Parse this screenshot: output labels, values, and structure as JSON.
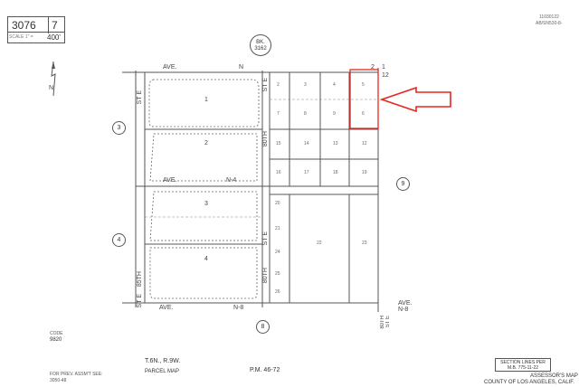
{
  "header": {
    "book_number": "3076",
    "sheet": "7",
    "scale_label": "SCALE 1\" =",
    "scale_value": "400'"
  },
  "top_right_note": {
    "line1": "11030122",
    "line2": "AB/SN530-8-"
  },
  "book_circle": {
    "line1": "BK.",
    "line2": "3162"
  },
  "north_label": "N",
  "streets": {
    "ave_n": "AVE.",
    "ave_n_suffix": "N",
    "ave_n4": "AVE.",
    "ave_n4_suffix": "N-4",
    "ave_n8": "AVE.",
    "ave_n8_suffix": "N-8",
    "ave_n8_right": "AVE.",
    "ave_n8_right_suffix": "N-8",
    "st_e_left": "ST E",
    "st_e_mid_top": "ST E",
    "st_e_mid": "ST E",
    "st_e_left_bottom": "ST E",
    "st_e_right": "ST E",
    "st_85th": "85TH",
    "st_80th_a": "80TH",
    "st_80th_b": "80TH",
    "st_80th_right": "80TH"
  },
  "corners": {
    "c2": "2",
    "c1": "1",
    "c12": "12"
  },
  "section_circles": [
    "3",
    "4",
    "9",
    "8"
  ],
  "left_parcels": [
    "1",
    "2",
    "3",
    "4"
  ],
  "grid_parcels": [
    "2",
    "3",
    "4",
    "5",
    "7",
    "8",
    "9",
    "6",
    "15",
    "14",
    "13",
    "12",
    "16",
    "17",
    "18",
    "19",
    "20",
    "21",
    "22",
    "23",
    "24",
    "25",
    "26"
  ],
  "code": {
    "label": "CODE",
    "value": "9820"
  },
  "township": "T.6N., R.9W.",
  "parcel_map": "PARCEL MAP",
  "pm": "P.M. 46-72",
  "prev_assmt": {
    "line1": "FOR PREV. ASSM'T SEE:",
    "line2": "3050-48"
  },
  "section_lines": {
    "line1": "SECTION LINES PER",
    "line2": "M.B. 775-11-22"
  },
  "assessor": {
    "line1": "ASSESSOR'S MAP",
    "line2": "COUNTY OF LOS ANGELES, CALIF."
  },
  "colors": {
    "highlight": "#e8261c",
    "line": "#555555"
  }
}
